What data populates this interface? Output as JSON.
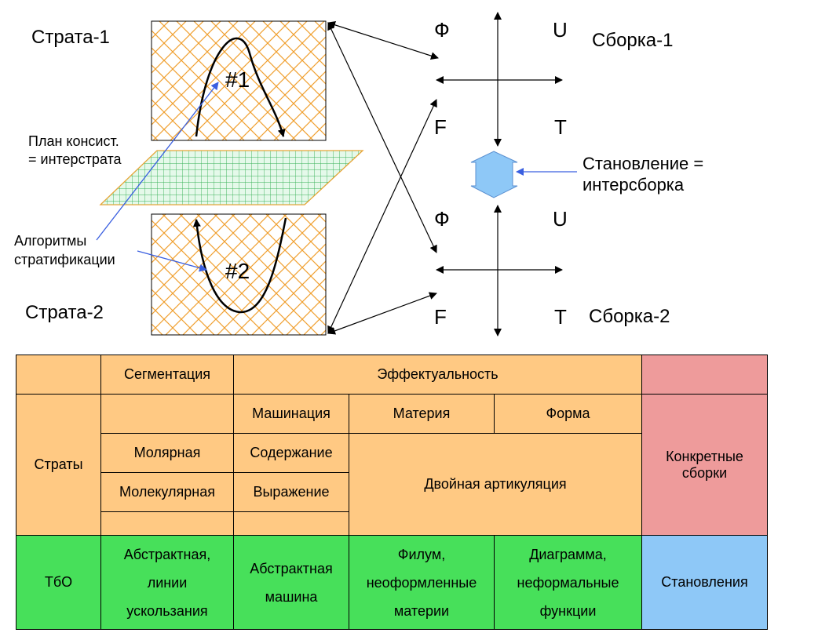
{
  "diagram": {
    "strata_1": "Страта-1",
    "strata_2": "Страта-2",
    "plan_line1": "План консист.",
    "plan_line2": "= интерстрата",
    "algo_line1": "Алгоритмы",
    "algo_line2": "стратификации",
    "mark_1": "#1",
    "mark_2": "#2",
    "assembly_1": "Сборка-1",
    "assembly_2": "Сборка-2",
    "becoming_line1": "Становление =",
    "becoming_line2": "интерсборка",
    "quadrant_upper": {
      "phi": "Ф",
      "u": "U",
      "f": "F",
      "t": "T"
    },
    "quadrant_lower": {
      "phi": "Ф",
      "u": "U",
      "f": "F",
      "t": "T"
    },
    "colors": {
      "strata_hatch": "#f0a030",
      "plan_grid": "#2aa84a",
      "becoming_arrow": "#8ec8f7",
      "pointer": "#3a5fe0"
    }
  },
  "table": {
    "header_segmentation": "Сегментация",
    "header_effectuality": "Эффектуальность",
    "strata": "Страты",
    "machination": "Машинация",
    "matter": "Материя",
    "form": "Форма",
    "concrete_assemblies": "Конкретные сборки",
    "molar": "Молярная",
    "content": "Содержание",
    "double_articulation": "Двойная артикуляция",
    "molecular": "Молекулярная",
    "expression": "Выражение",
    "tbo": "ТбО",
    "abstract_lines": [
      "Абстрактная,",
      "линии",
      "ускользания"
    ],
    "abstract_machine": [
      "Абстрактная",
      "машина"
    ],
    "phylum": [
      "Филум,",
      "неоформленные",
      "материи"
    ],
    "diagram": [
      "Диаграмма,",
      "неформальные",
      "функции"
    ],
    "becomings": "Становления",
    "colors": {
      "orange": "#ffc983",
      "green": "#47e05a",
      "pink": "#ee9b9b",
      "blue": "#8ec8f7"
    }
  }
}
